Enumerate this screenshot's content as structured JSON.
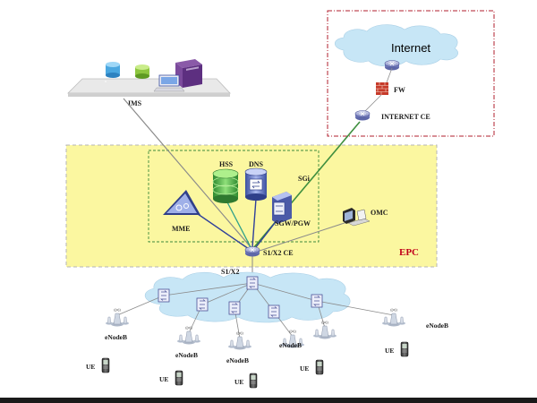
{
  "labels": {
    "internet": "Internet",
    "fw": "FW",
    "internet_ce": "INTERNET CE",
    "ims": "IMS",
    "hss": "HSS",
    "dns": "DNS",
    "sgi": "SGi",
    "mme": "MME",
    "sgw_pgw": "SGW/PGW",
    "omc": "OMC",
    "s1x2_ce": "S1/X2 CE",
    "epc": "EPC",
    "s1x2": "S1/X2",
    "enodeb": "eNodeB",
    "ue": "UE"
  },
  "colors": {
    "epc_fill": "#fbf7a0",
    "epc_border": "#b5b5b5",
    "inner_border": "#3c8a3c",
    "internet_border": "#b21f2d",
    "cloud": "#c7e6f6",
    "epc_text": "#c0001a",
    "line_gray": "#8a8a8a",
    "line_green": "#3f8f3f",
    "line_blue": "#2f3f9a",
    "line_teal": "#2fa08a"
  },
  "icons": {
    "router": "router-icon",
    "firewall": "firewall-icon",
    "server": "server-icon",
    "database": "database-icon",
    "antenna": "antenna-icon",
    "phone": "phone-icon",
    "computer": "computer-icon"
  }
}
